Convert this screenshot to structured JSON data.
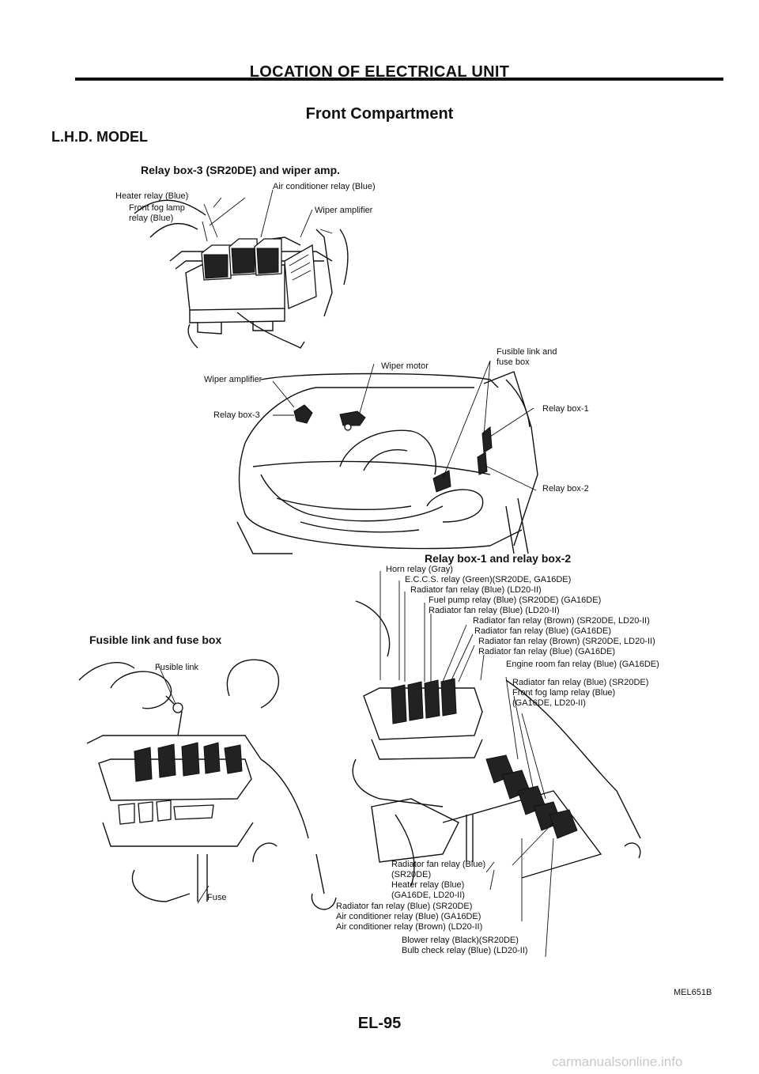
{
  "page": {
    "header": "LOCATION OF ELECTRICAL UNIT",
    "subtitle": "Front Compartment",
    "model": "L.H.D. MODEL",
    "page_number": "EL-95",
    "figure_code": "MEL651B",
    "watermark": "carmanualsonline.info"
  },
  "relay_box3": {
    "title": "Relay box-3 (SR20DE) and wiper amp.",
    "labels": [
      "Heater relay (Blue)",
      "Front fog lamp",
      "relay (Blue)",
      "Air conditioner relay (Blue)",
      "Wiper amplifier"
    ]
  },
  "vehicle": {
    "labels": [
      "Fusible link and",
      "fuse box",
      "Wiper motor",
      "Wiper amplifier",
      "Relay box-3",
      "Relay box-1",
      "Relay box-2"
    ]
  },
  "fusible": {
    "title": "Fusible link and fuse box",
    "labels": [
      "Fusible link",
      "Fuse"
    ]
  },
  "relay_box12": {
    "title": "Relay box-1 and relay box-2",
    "top_labels": [
      "Horn relay (Gray)",
      "E.C.C.S. relay (Green)(SR20DE, GA16DE)",
      "Radiator fan relay (Blue) (LD20-II)",
      "Fuel pump relay (Blue) (SR20DE) (GA16DE)",
      "Radiator fan relay (Blue) (LD20-II)",
      "Radiator fan relay (Brown) (SR20DE, LD20-II)",
      "Radiator fan relay (Blue) (GA16DE)",
      "Radiator fan relay (Brown) (SR20DE, LD20-II)",
      "Radiator fan relay (Blue) (GA16DE)",
      "Engine room fan relay (Blue) (GA16DE)",
      "Radiator fan relay (Blue) (SR20DE)",
      "Front fog lamp relay (Blue)",
      "(GA16DE, LD20-II)"
    ],
    "bottom_labels": [
      "Radiator fan relay (Blue)",
      "(SR20DE)",
      "Heater relay (Blue)",
      "(GA16DE, LD20-II)",
      "Radiator fan relay (Blue) (SR20DE)",
      "Air conditioner relay (Blue) (GA16DE)",
      "Air conditioner relay (Brown) (LD20-II)",
      "Blower relay (Black)(SR20DE)",
      "Bulb check relay (Blue) (LD20-II)"
    ]
  },
  "icons": {
    "relay": "relay-icon",
    "fuse_box": "fuse-box-icon",
    "vehicle": "vehicle-front-icon"
  }
}
